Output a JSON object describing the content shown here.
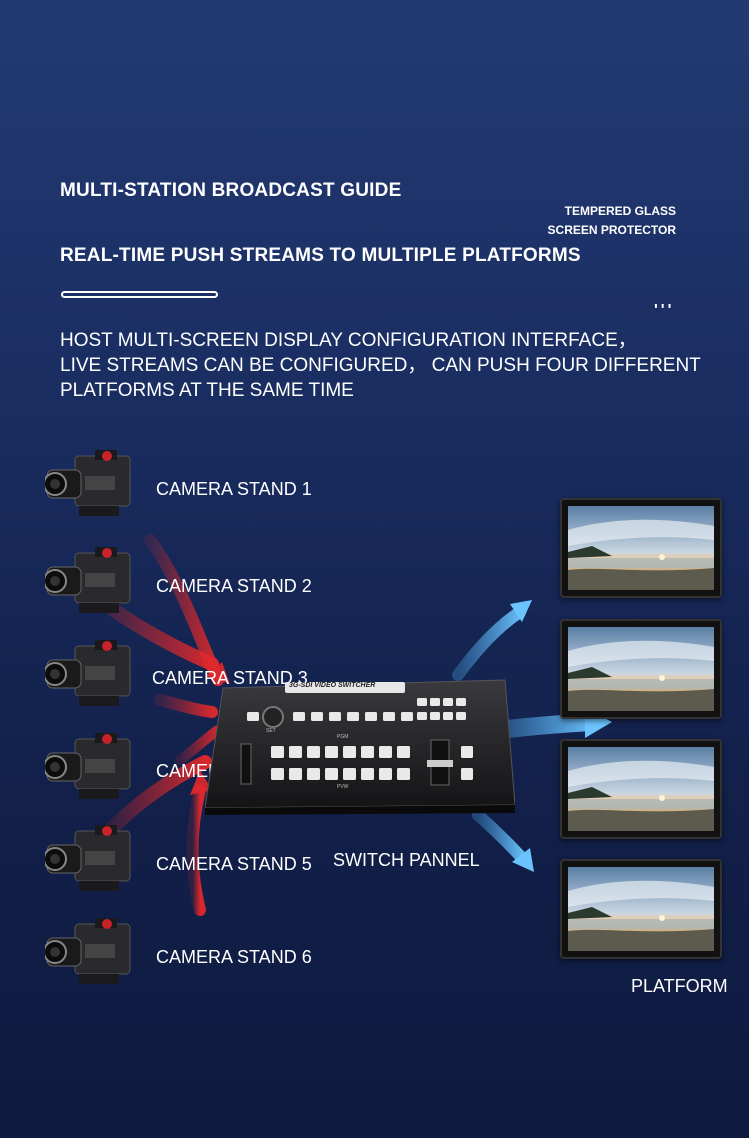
{
  "header": {
    "title": "MULTI-STATION BROADCAST GUIDE",
    "subtitle": "REAL-TIME PUSH STREAMS TO MULTIPLE PLATFORMS",
    "note_line1": "TEMPERED GLASS",
    "note_line2": "SCREEN PROTECTOR",
    "mark": "'''",
    "description_line1": "HOST MULTI-SCREEN DISPLAY CONFIGURATION INTERFACE，",
    "description_line2": "LIVE STREAMS CAN BE CONFIGURED， CAN PUSH FOUR DIFFERENT",
    "description_line3": "PLATFORMS AT THE SAME TIME"
  },
  "cameras": [
    {
      "label": "CAMERA STAND 1",
      "icon": "camera-icon"
    },
    {
      "label": "CAMERA STAND 2",
      "icon": "camera-icon"
    },
    {
      "label": "CAMERA STAND 3",
      "icon": "camera-icon"
    },
    {
      "label": "CAMERA STAND 4",
      "icon": "camera-icon"
    },
    {
      "label": "CAMERA STAND 5",
      "icon": "camera-icon"
    },
    {
      "label": "CAMERA STAND 6",
      "icon": "camera-icon"
    }
  ],
  "switcher": {
    "label": "SWITCH PANNEL",
    "panel_title": "3G-SDI VIDEO SWITCHER",
    "pgm_text": "PGM",
    "pvw_text": "PVW",
    "set_text": "SET"
  },
  "platform": {
    "label": "PLATFORM",
    "screen_count": 4
  },
  "colors": {
    "background_top": "#223a72",
    "background_bottom": "#0e1a3f",
    "input_arrow": "#d8262a",
    "output_arrow": "#4aa8e8",
    "text": "#ffffff"
  }
}
